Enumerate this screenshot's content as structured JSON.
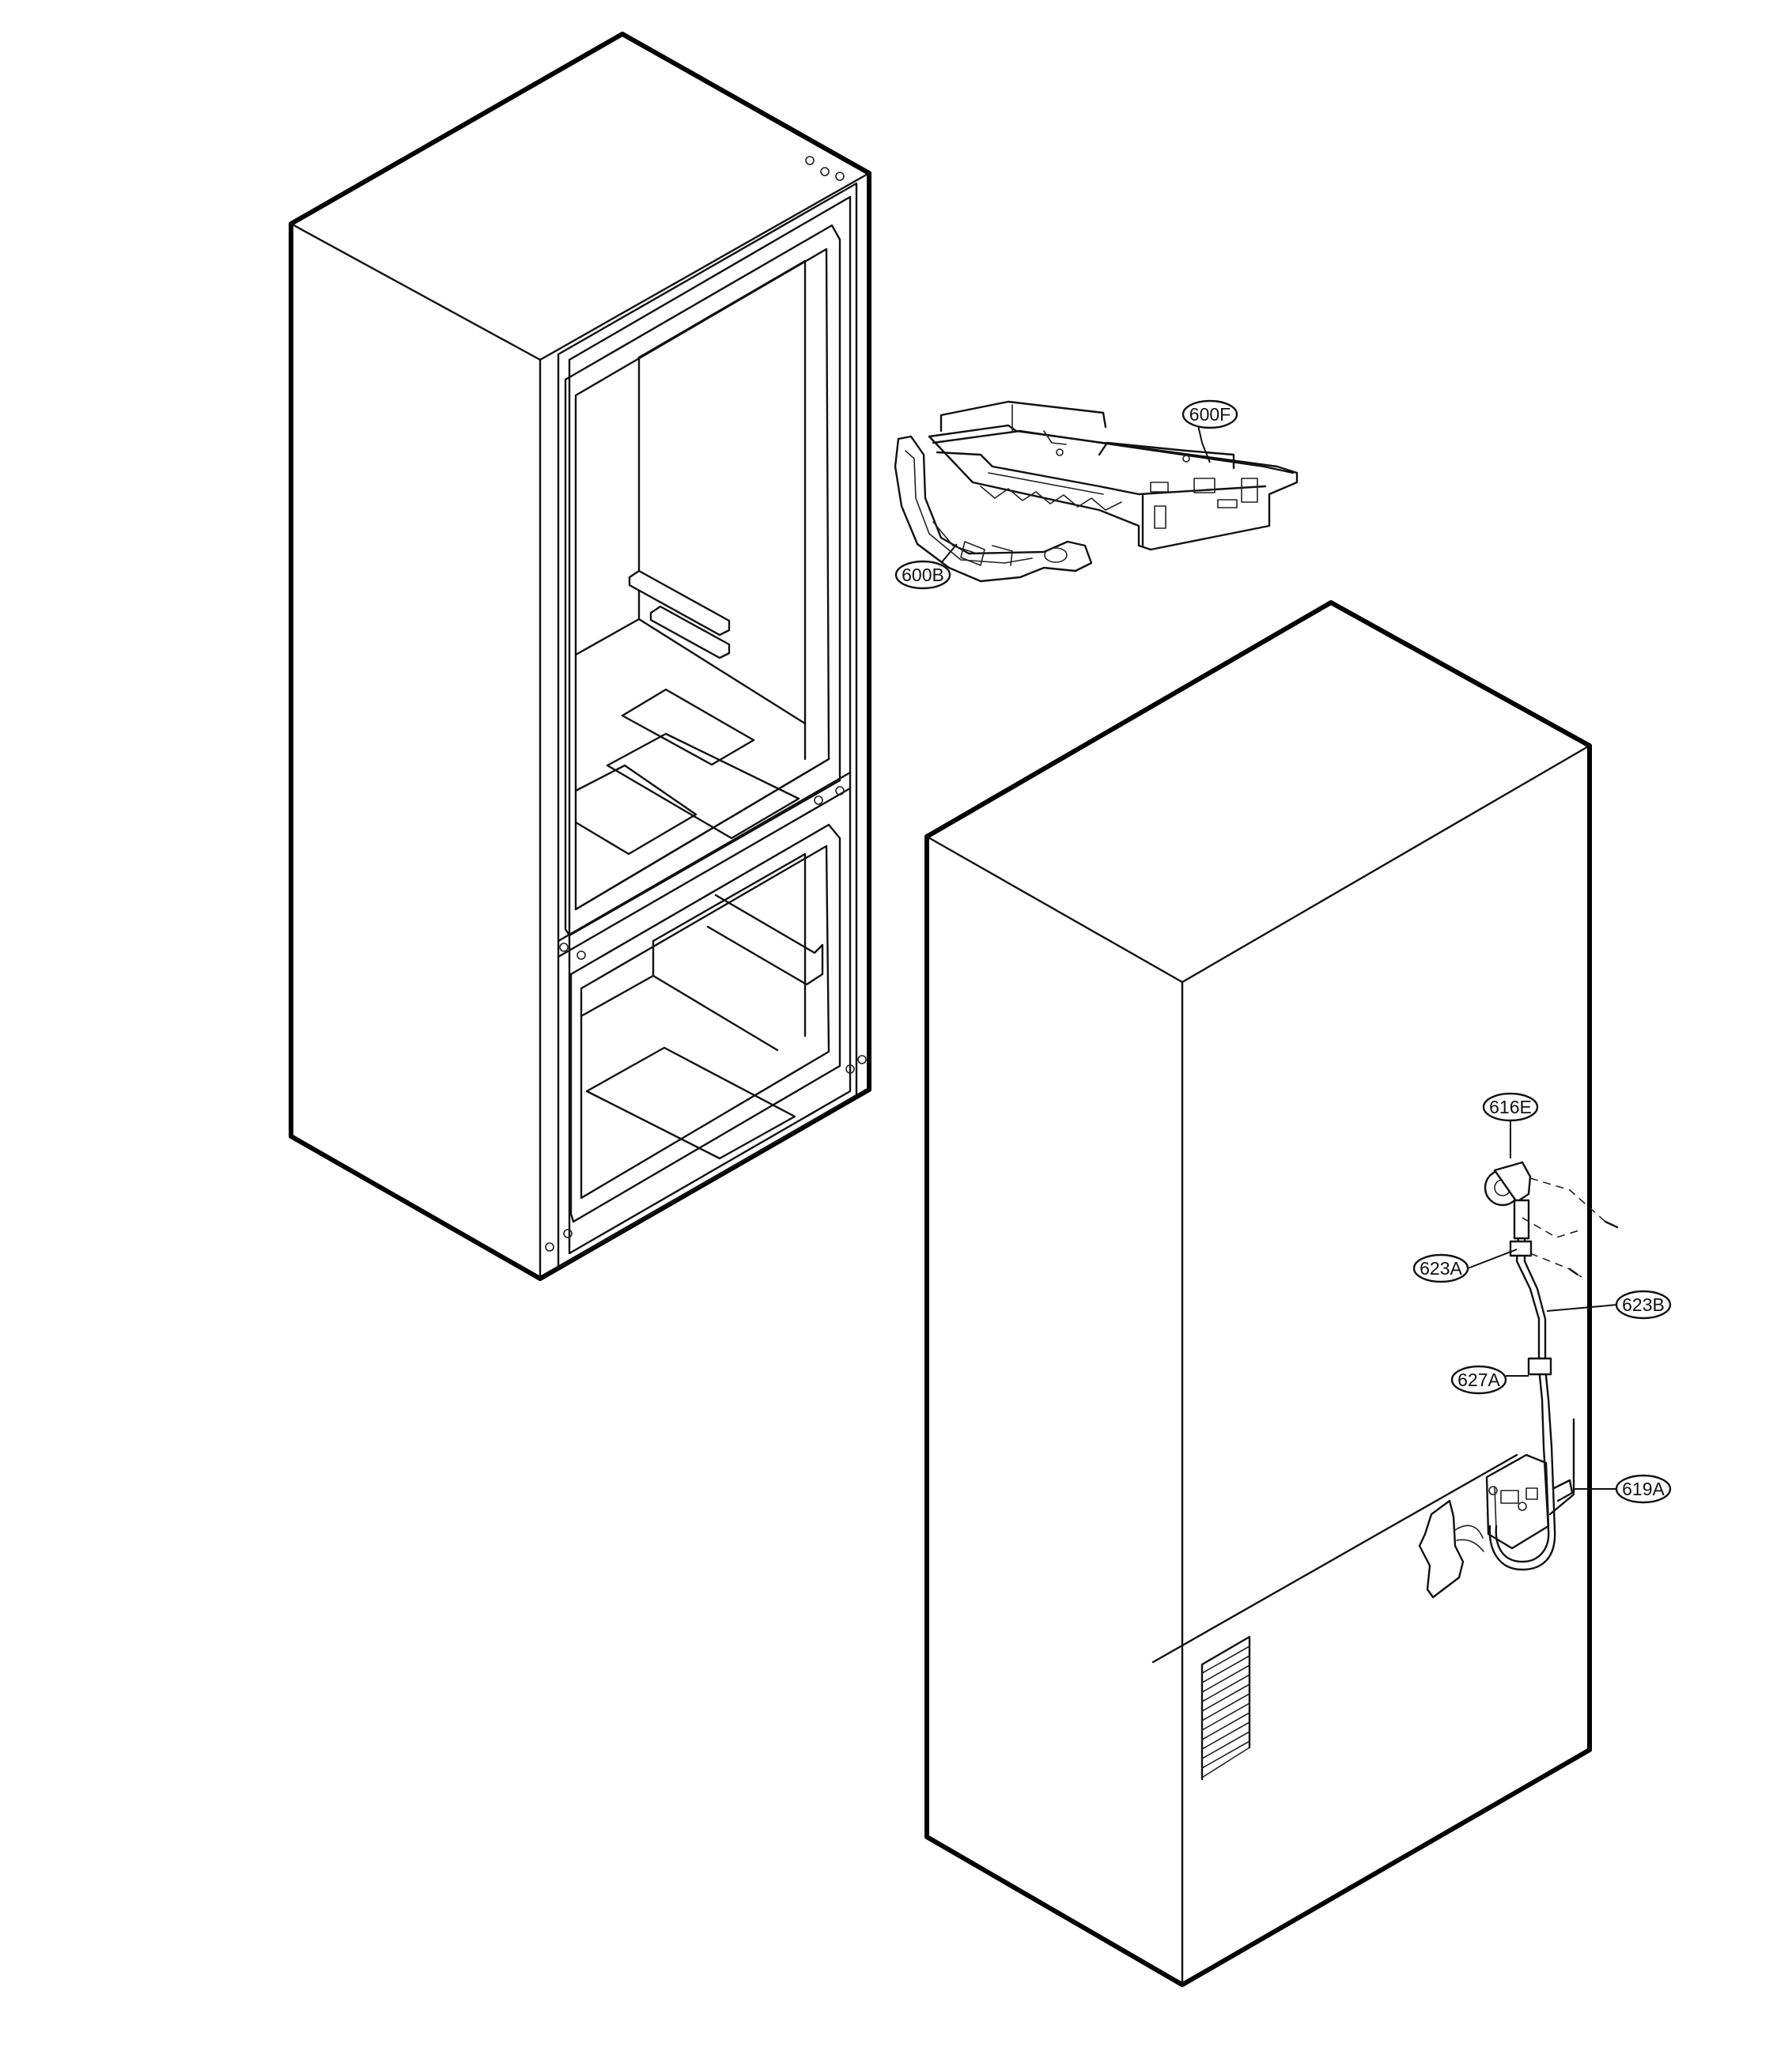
{
  "callouts": {
    "ice_maker_part": "600F",
    "ice_bin_part": "600B",
    "water_valve_part": "616E",
    "tube_part_a": "623A",
    "tube_part_b": "623B",
    "clamp_part": "627A",
    "valve_bracket_part": "619A"
  },
  "colors": {
    "line": "#111111",
    "background": "#ffffff"
  }
}
